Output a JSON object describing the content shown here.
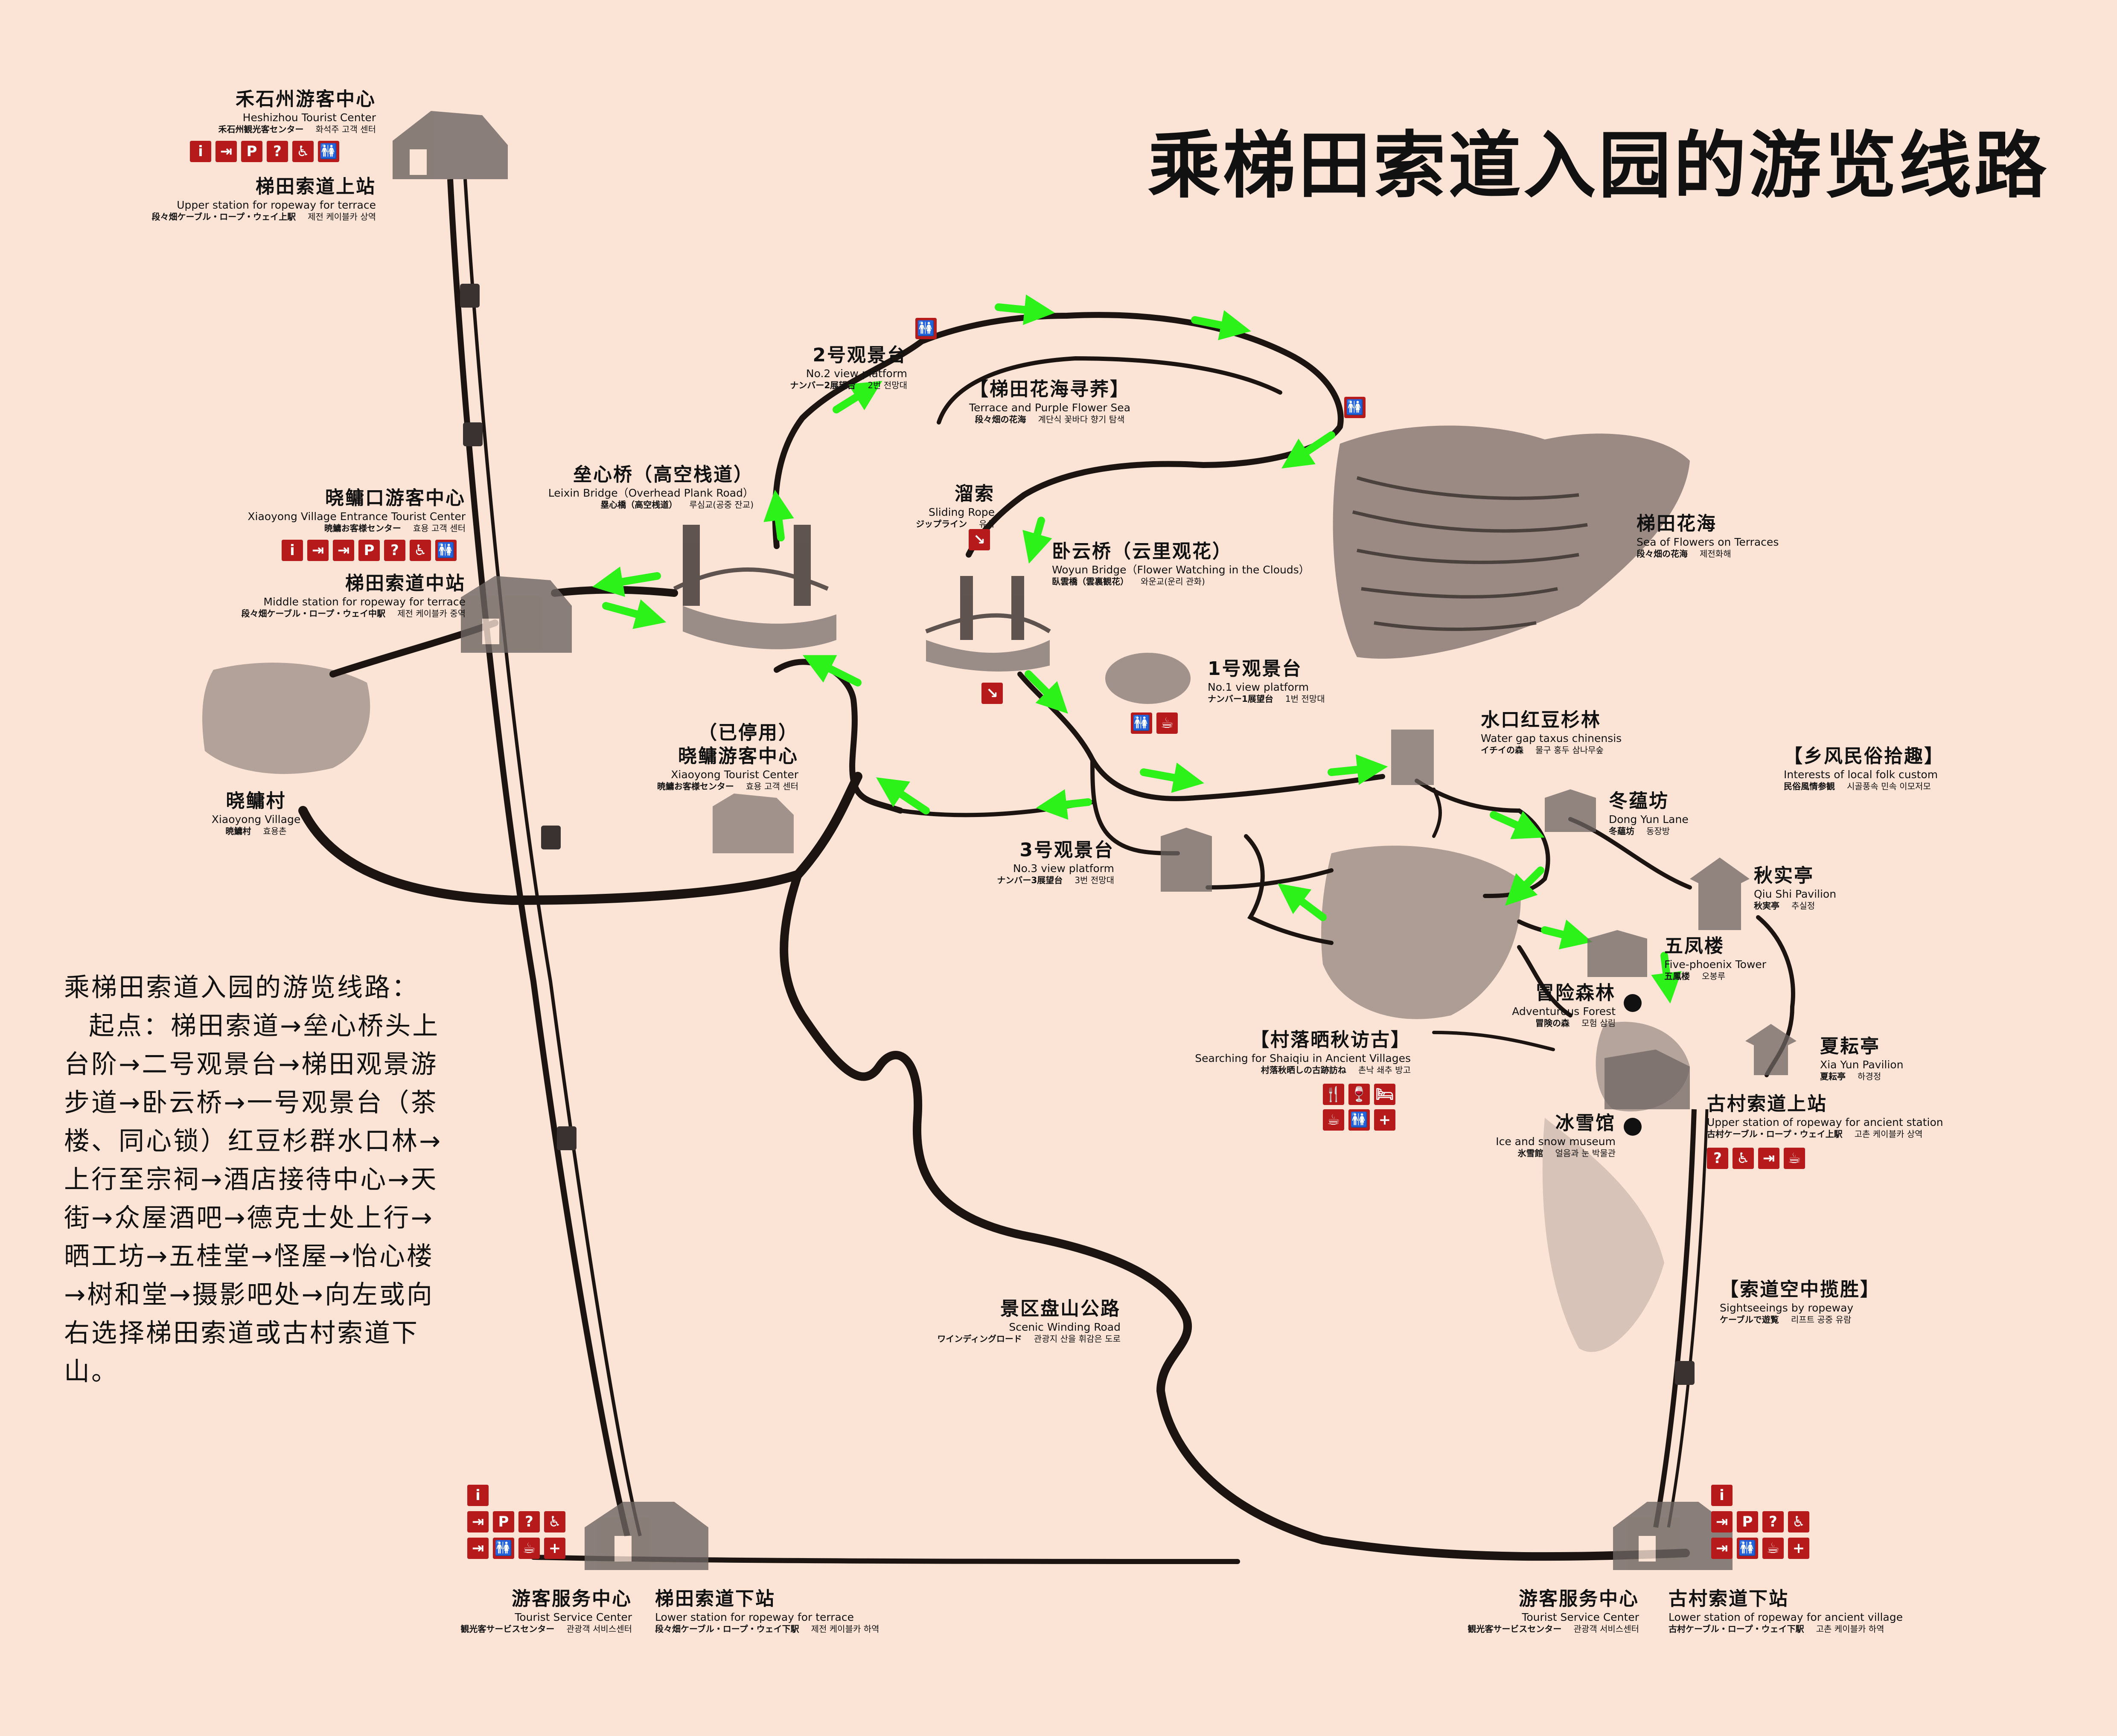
{
  "title": "乘梯田索道入园的游览线路",
  "route": {
    "heading": "乘梯田索道入园的游览线路：",
    "body": "起点：梯田索道→垒心桥头上台阶→二号观景台→梯田观景游步道→卧云桥→一号观景台（茶楼、同心锁）红豆杉群水口林→上行至宗祠→酒店接待中心→天街→众屋酒吧→德克士处上行→晒工坊→五桂堂→怪屋→怡心楼→树和堂→摄影吧处→向左或向右选择梯田索道或古村索道下山。"
  },
  "labels": {
    "heshizhou": {
      "zh": "禾石州游客中心",
      "en": "Heshizhou Tourist Center",
      "ja": "禾石州観光客センター",
      "ko": "화석주 고객 센터"
    },
    "upper_terrace": {
      "zh": "梯田索道上站",
      "en": "Upper station for ropeway for terrace",
      "ja": "段々畑ケーブル・ロープ・ウェイ上駅",
      "ko": "제전 케이블카 상역"
    },
    "xiaoyong_entrance": {
      "zh": "晓鳙口游客中心",
      "en": "Xiaoyong Village Entrance Tourist Center",
      "ja": "暁鱅お客様センター",
      "ko": "효용 고객 센터"
    },
    "middle_terrace": {
      "zh": "梯田索道中站",
      "en": "Middle station for ropeway for terrace",
      "ja": "段々畑ケーブル・ロープ・ウェイ中駅",
      "ko": "제전 케이블카 중역"
    },
    "xiaoyong_village": {
      "zh": "晓鳙村",
      "en": "Xiaoyong Village",
      "ja": "暁鱅村",
      "ko": "효용촌"
    },
    "leixin": {
      "zh": "垒心桥（高空栈道）",
      "en": "Leixin Bridge（Overhead Plank Road）",
      "ja": "塁心橋（高空桟道）",
      "ko": "루심교(공중 잔교)"
    },
    "platform2": {
      "zh": "2号观景台",
      "en": "No.2 view platform",
      "ja": "ナンバー2展望台",
      "ko": "2번 전망대"
    },
    "flower_sea": {
      "zh": "【梯田花海寻荞】",
      "en": "Terrace and Purple Flower Sea",
      "ja": "段々畑の花海",
      "ko": "계단식 꽃바다 향기 탐색"
    },
    "sliding": {
      "zh": "溜索",
      "en": "Sliding Rope",
      "ja": "ジップライン",
      "ko": "유삭"
    },
    "woyun": {
      "zh": "卧云桥（云里观花）",
      "en": "Woyun Bridge（Flower Watching in the Clouds）",
      "ja": "臥雲橋（雲裏観花）",
      "ko": "와운교(운리 관화)"
    },
    "sea_terraces": {
      "zh": "梯田花海",
      "en": "Sea of Flowers on Terraces",
      "ja": "段々畑の花海",
      "ko": "제전화해"
    },
    "platform1": {
      "zh": "1号观景台",
      "en": "No.1 view platform",
      "ja": "ナンバー1展望台",
      "ko": "1번 전망대"
    },
    "tourist_center": {
      "zh": "晓鳙游客中心",
      "note": "（已停用）",
      "en": "Xiaoyong Tourist Center",
      "ja": "暁鱅お客様センター",
      "ko": "효용 고객 센터"
    },
    "platform3": {
      "zh": "3号观景台",
      "en": "No.3 view platform",
      "ja": "ナンバー3展望台",
      "ko": "3번 전망대"
    },
    "water_gap": {
      "zh": "水口红豆杉林",
      "en": "Water gap taxus chinensis",
      "ja": "イチイの森",
      "ko": "물구 홍두 삼나무숲"
    },
    "folk": {
      "zh": "【乡风民俗拾趣】",
      "en": "Interests of local folk custom",
      "ja": "民俗風情参観",
      "ko": "시골풍속 민속 이모저모"
    },
    "dongyun": {
      "zh": "冬蕴坊",
      "en": "Dong Yun Lane",
      "ja": "冬蘊坊",
      "ko": "동장방"
    },
    "qiushi": {
      "zh": "秋实亭",
      "en": "Qiu Shi Pavilion",
      "ja": "秋実亭",
      "ko": "추실정"
    },
    "wufeng": {
      "zh": "五凤楼",
      "en": "Five-phoenix Tower",
      "ja": "五鳳楼",
      "ko": "오봉루"
    },
    "adventure": {
      "zh": "冒险森林",
      "en": "Adventurous Forest",
      "ja": "冒険の森",
      "ko": "모험 삼림"
    },
    "xiayun": {
      "zh": "夏耘亭",
      "en": "Xia Yun Pavilion",
      "ja": "夏耘亭",
      "ko": "하경정"
    },
    "village_autumn": {
      "zh": "【村落晒秋访古】",
      "en": "Searching for Shaiqiu in Ancient Villages",
      "ja": "村落秋晒しの古跡訪ね",
      "ko": "촌낙 쇄추 방고"
    },
    "ice": {
      "zh": "冰雪馆",
      "en": "Ice and snow museum",
      "ja": "氷雪館",
      "ko": "얼음과 눈 박물관"
    },
    "upper_ancient": {
      "zh": "古村索道上站",
      "en": "Upper station of ropeway for ancient station",
      "ja": "古村ケーブル・ロープ・ウェイ上駅",
      "ko": "고촌 케이블카 상역"
    },
    "road": {
      "zh": "景区盘山公路",
      "en": "Scenic Winding Road",
      "ja": "ワインディングロード",
      "ko": "관광지 산을 휘감은 도로"
    },
    "ropeway_sight": {
      "zh": "【索道空中揽胜】",
      "en": "Sightseeings by ropeway",
      "ja": "ケーブルで遊覧",
      "ko": "리프트 공중 유람"
    },
    "service1": {
      "zh": "游客服务中心",
      "en": "Tourist Service Center",
      "ja": "観光客サービスセンター",
      "ko": "관광객 서비스센터"
    },
    "lower_terrace": {
      "zh": "梯田索道下站",
      "en": "Lower station for ropeway for terrace",
      "ja": "段々畑ケーブル・ロープ・ウェイ下駅",
      "ko": "제전 케이블카 하역"
    },
    "service2": {
      "zh": "游客服务中心",
      "en": "Tourist Service Center",
      "ja": "観光客サービスセンター",
      "ko": "관광객 서비스센터"
    },
    "lower_ancient": {
      "zh": "古村索道下站",
      "en": "Lower station of ropeway for ancient village",
      "ja": "古村ケーブル・ロープ・ウェイ下駅",
      "ko": "고촌 케이블카 하역"
    }
  },
  "colors": {
    "background": "#fbe3d6",
    "arrow": "#2cf21a",
    "ink": "#1b1410",
    "icon_red": "#b71a1a"
  },
  "icon_glyphs": {
    "info": "i",
    "exit": "⇥",
    "parking": "P",
    "help": "?",
    "toilet": "♿",
    "wc": "🚻",
    "restaurant": "🍴",
    "firstaid": "+",
    "cup": "☕",
    "bed": "🛏",
    "drink": "🍷"
  }
}
